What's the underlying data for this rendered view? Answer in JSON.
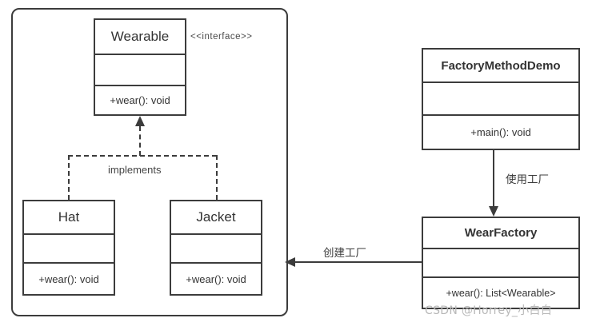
{
  "diagram": {
    "title": "Factory Method UML class diagram",
    "colors": {
      "stroke": "#3c3c3c",
      "text": "#333333",
      "label_text": "#444444",
      "background": "#ffffff",
      "watermark": "#b9b9b9"
    },
    "group": {
      "name": "product-hierarchy-group"
    },
    "classes": {
      "wearable": {
        "name": "Wearable",
        "stereotype": "<<interface>>",
        "attributes": "",
        "operations": "+wear(): void"
      },
      "hat": {
        "name": "Hat",
        "attributes": "",
        "operations": "+wear(): void"
      },
      "jacket": {
        "name": "Jacket",
        "attributes": "",
        "operations": "+wear(): void"
      },
      "factory_method_demo": {
        "name": "FactoryMethodDemo",
        "attributes": "",
        "operations": "+main(): void"
      },
      "wear_factory": {
        "name": "WearFactory",
        "attributes": "",
        "operations": "+wear(): List<Wearable>"
      }
    },
    "relations": {
      "implements": "implements",
      "use_factory": "使用工厂",
      "create_factory": "创建工厂"
    },
    "watermark": "CSDN @Horrey_小白白"
  }
}
